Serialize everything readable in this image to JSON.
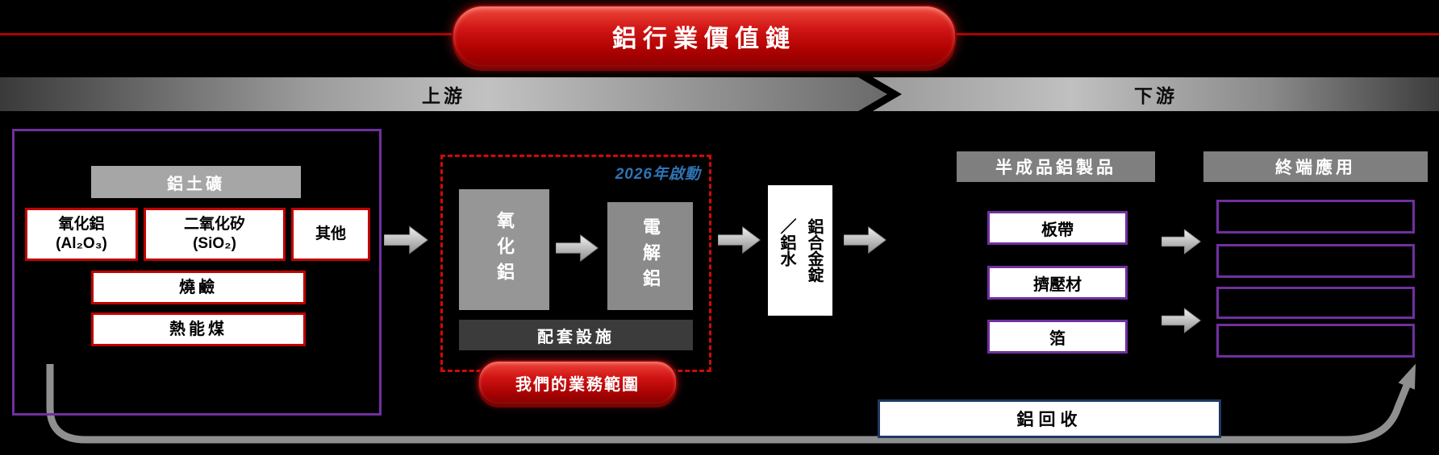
{
  "title": "鋁行業價值鏈",
  "banner": {
    "upstream": "上游",
    "downstream": "下游"
  },
  "upstream": {
    "bauxite": "鋁土礦",
    "alumina_line1": "氧化鋁",
    "alumina_line2": "(Al₂O₃)",
    "silica_line1": "二氧化矽",
    "silica_line2": "(SiO₂)",
    "others": "其他",
    "caustic_soda": "燒鹼",
    "thermal_coal": "熱能煤"
  },
  "smelter": {
    "launch_note": "2026年啟動",
    "alumina": "氧化鋁",
    "electrolysis": "電解鋁",
    "facilities": "配套設施",
    "scope": "我們的業務範圍"
  },
  "ingot": {
    "col1": "鋁合金錠",
    "col2": "／鋁水"
  },
  "downstream": {
    "semi_header": "半成品鋁製品",
    "products": [
      "板帶",
      "擠壓材",
      "箔"
    ],
    "end_header": "終端應用"
  },
  "recycle_label": "鋁回收",
  "colors": {
    "accent_red": "#C00000",
    "purple": "#7030A0",
    "note_blue": "#2E74B5",
    "navy_border": "#1F3864",
    "banner_gray": "#8F8F8F"
  }
}
